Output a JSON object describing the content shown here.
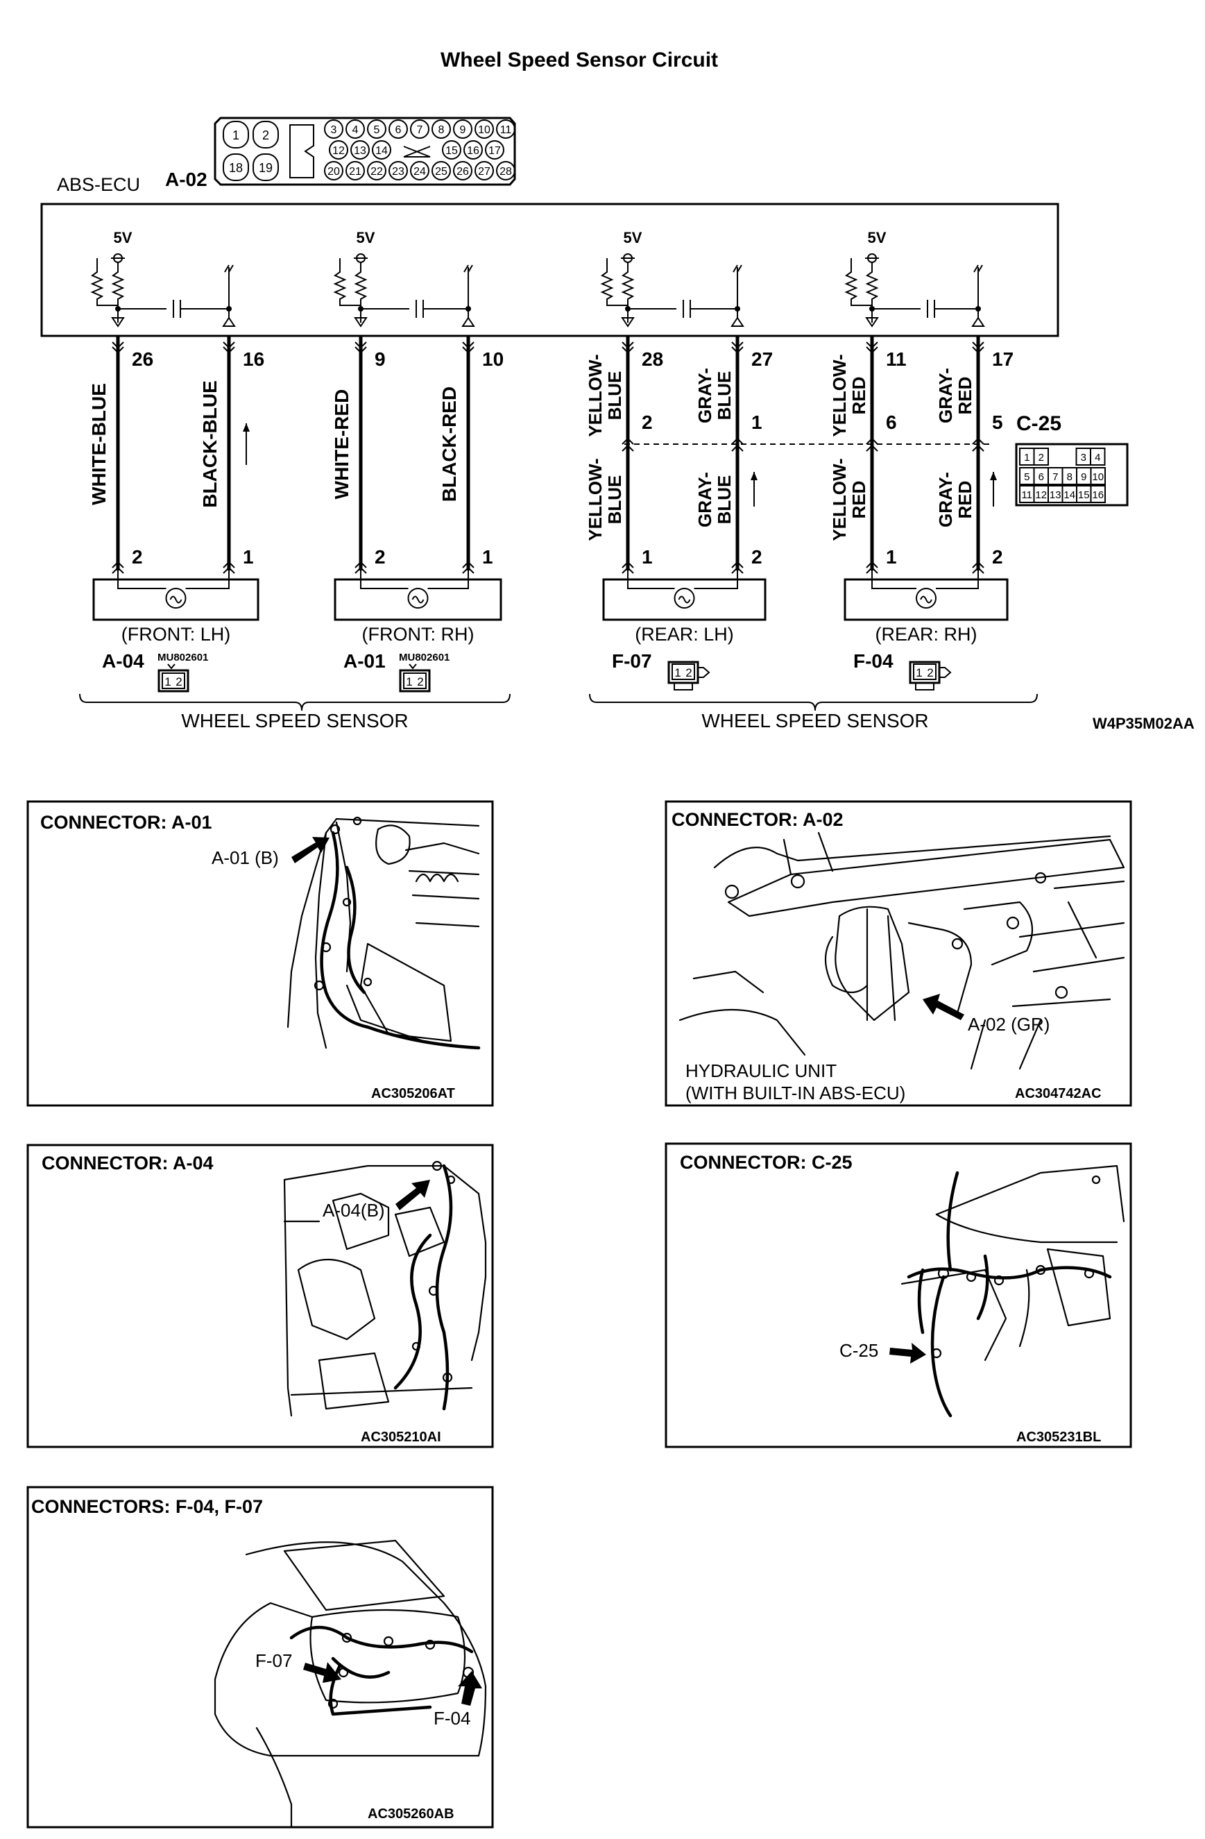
{
  "title": "Wheel Speed Sensor Circuit",
  "ecu": {
    "label": "ABS-ECU",
    "connector": "A-02",
    "pins_big": [
      "1",
      "2",
      "18",
      "19"
    ],
    "pins_row1": [
      "3",
      "4",
      "5",
      "6",
      "7",
      "8",
      "9",
      "10",
      "11"
    ],
    "pins_row2": [
      "12",
      "13",
      "14",
      "15",
      "16",
      "17"
    ],
    "pins_row3": [
      "20",
      "21",
      "22",
      "23",
      "24",
      "25",
      "26",
      "27",
      "28"
    ],
    "voltage": "5V"
  },
  "ecu_pins": [
    "26",
    "16",
    "9",
    "10",
    "28",
    "27",
    "11",
    "17"
  ],
  "wires": [
    {
      "color": "WHITE-BLUE"
    },
    {
      "color": "BLACK-BLUE"
    },
    {
      "color": "WHITE-RED"
    },
    {
      "color": "BLACK-RED"
    },
    {
      "upper": [
        "YELLOW-",
        "BLUE"
      ],
      "lower": [
        "YELLOW-",
        "BLUE"
      ]
    },
    {
      "upper": [
        "GRAY-",
        "BLUE"
      ],
      "lower": [
        "GRAY-",
        "BLUE"
      ]
    },
    {
      "upper": [
        "YELLOW-",
        "RED"
      ],
      "lower": [
        "YELLOW-",
        "RED"
      ]
    },
    {
      "upper": [
        "GRAY-",
        "RED"
      ],
      "lower": [
        "GRAY-",
        "RED"
      ]
    }
  ],
  "c25": {
    "label": "C-25",
    "pins": [
      "2",
      "1",
      "6",
      "5"
    ],
    "grid_row1": [
      "1",
      "2",
      "",
      "3",
      "4"
    ],
    "grid_row2": [
      "5",
      "6",
      "7",
      "8",
      "9",
      "10"
    ],
    "grid_row3": [
      "11",
      "12",
      "13",
      "14",
      "15",
      "16"
    ]
  },
  "sensor_pins": [
    "2",
    "1",
    "2",
    "1",
    "1",
    "2",
    "1",
    "2"
  ],
  "sensors": [
    {
      "position": "(FRONT: LH)",
      "connector": "A-04",
      "part": "MU802601",
      "pins": [
        "1",
        "2"
      ]
    },
    {
      "position": "(FRONT: RH)",
      "connector": "A-01",
      "part": "MU802601",
      "pins": [
        "1",
        "2"
      ]
    },
    {
      "position": "(REAR: LH)",
      "connector": "F-07",
      "pins": [
        "1",
        "2"
      ]
    },
    {
      "position": "(REAR: RH)",
      "connector": "F-04",
      "pins": [
        "1",
        "2"
      ]
    }
  ],
  "group_label": "WHEEL SPEED SENSOR",
  "diagram_code": "W4P35M02AA",
  "panels": [
    {
      "title": "CONNECTOR: A-01",
      "callouts": [
        "A-01 (B)"
      ],
      "code": "AC305206AT"
    },
    {
      "title": "CONNECTOR: A-02",
      "callouts": [
        "A-02 (GR)",
        "HYDRAULIC UNIT",
        "(WITH BUILT-IN ABS-ECU)"
      ],
      "code": "AC304742AC"
    },
    {
      "title": "CONNECTOR: A-04",
      "callouts": [
        "A-04(B)"
      ],
      "code": "AC305210AI"
    },
    {
      "title": "CONNECTOR: C-25",
      "callouts": [
        "C-25"
      ],
      "code": "AC305231BL"
    },
    {
      "title": "CONNECTORS: F-04, F-07",
      "callouts": [
        "F-07",
        "F-04"
      ],
      "code": "AC305260AB"
    }
  ]
}
